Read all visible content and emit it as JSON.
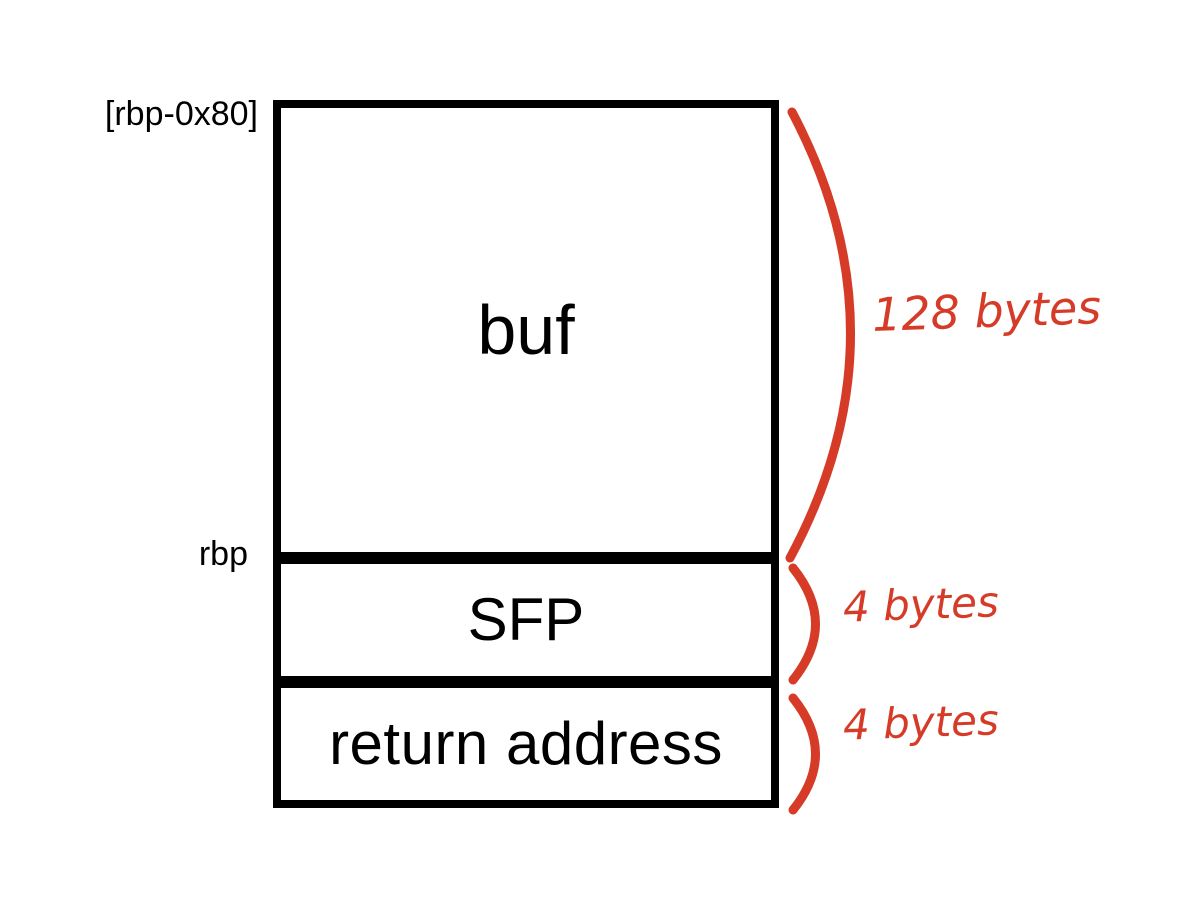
{
  "diagram": {
    "pointer_labels": {
      "top": "[rbp-0x80]",
      "rbp": "rbp"
    },
    "stack": {
      "rows": [
        {
          "id": "buf",
          "label": "buf",
          "size_annotation": "128 bytes"
        },
        {
          "id": "sfp",
          "label": "SFP",
          "size_annotation": "4 bytes"
        },
        {
          "id": "return-address",
          "label": "return address",
          "size_annotation": "4 bytes"
        }
      ]
    },
    "colors": {
      "background": "#ffffff",
      "box_border": "#000000",
      "annotation": "#d53b27"
    }
  }
}
